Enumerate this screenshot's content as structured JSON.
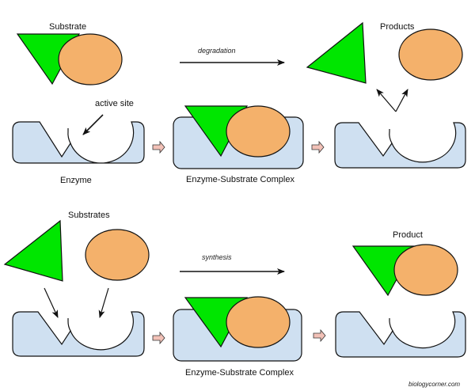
{
  "colors": {
    "enzyme_fill": "#cfe0f1",
    "substrate_triangle": "#00e600",
    "substrate_oval": "#f4b16b",
    "outline": "#111111",
    "step_arrow": "#f2c1b7"
  },
  "top_row": {
    "substrate_label": "Substrate",
    "process_label": "degradation",
    "products_label": "Products",
    "active_site_label": "active site",
    "enzyme_label": "Enzyme",
    "complex_label": "Enzyme-Substrate Complex"
  },
  "bottom_row": {
    "substrates_label": "Substrates",
    "process_label": "synthesis",
    "product_label": "Product",
    "complex_label": "Enzyme-Substrate Complex"
  },
  "watermark": "biologycorner.com"
}
